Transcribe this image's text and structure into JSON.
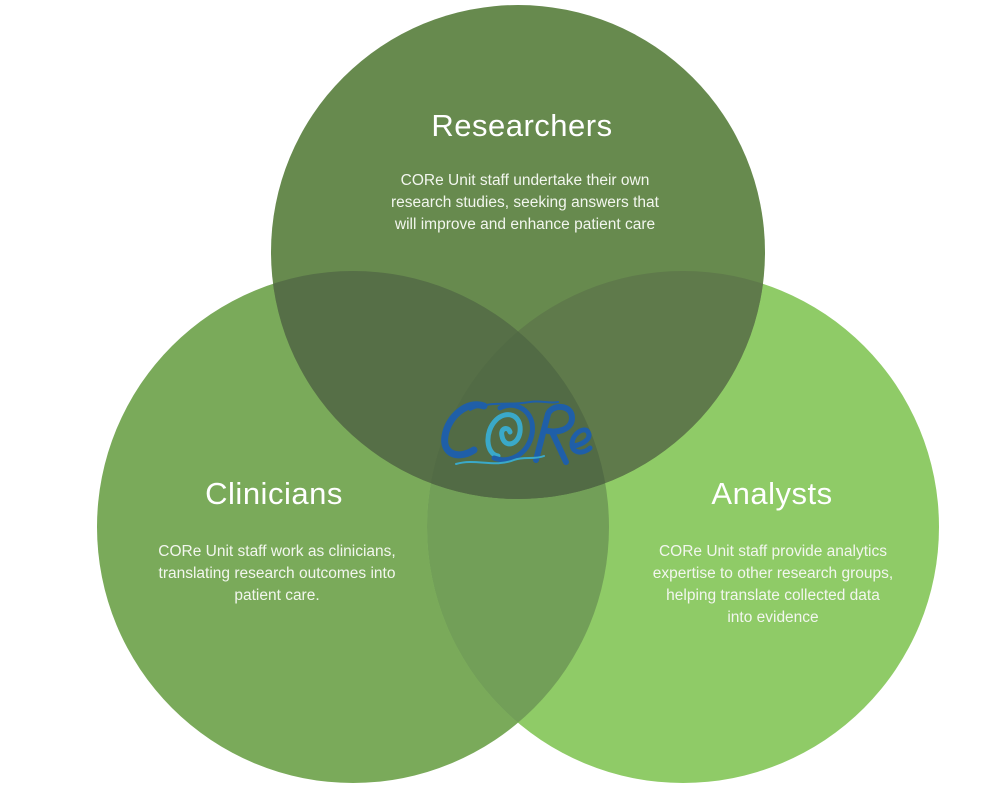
{
  "diagram": {
    "type": "venn",
    "center_logo": {
      "text": "CORe",
      "icon": "core-logo-icon",
      "colors": {
        "primary": "#1f5fa8",
        "accent": "#3aa9c9"
      }
    },
    "circles": [
      {
        "id": "researchers",
        "title": "Researchers",
        "description": "CORe Unit staff undertake their own research studies, seeking answers that will improve and enhance patient care",
        "color": "#678a4e"
      },
      {
        "id": "clinicians",
        "title": "Clinicians",
        "description": "CORe Unit staff work as clinicians, translating research outcomes into patient care.",
        "color": "#7aaa5a"
      },
      {
        "id": "analysts",
        "title": "Analysts",
        "description": "CORe Unit staff provide analytics expertise to other research groups, helping translate collected data into evidence",
        "color": "#8fcb67"
      }
    ],
    "overlap_colors": {
      "researchers_clinicians": "#566f47",
      "researchers_analysts": "#5f7a4b",
      "clinicians_analysts": "#729f58",
      "all_three": "#526b45"
    }
  }
}
